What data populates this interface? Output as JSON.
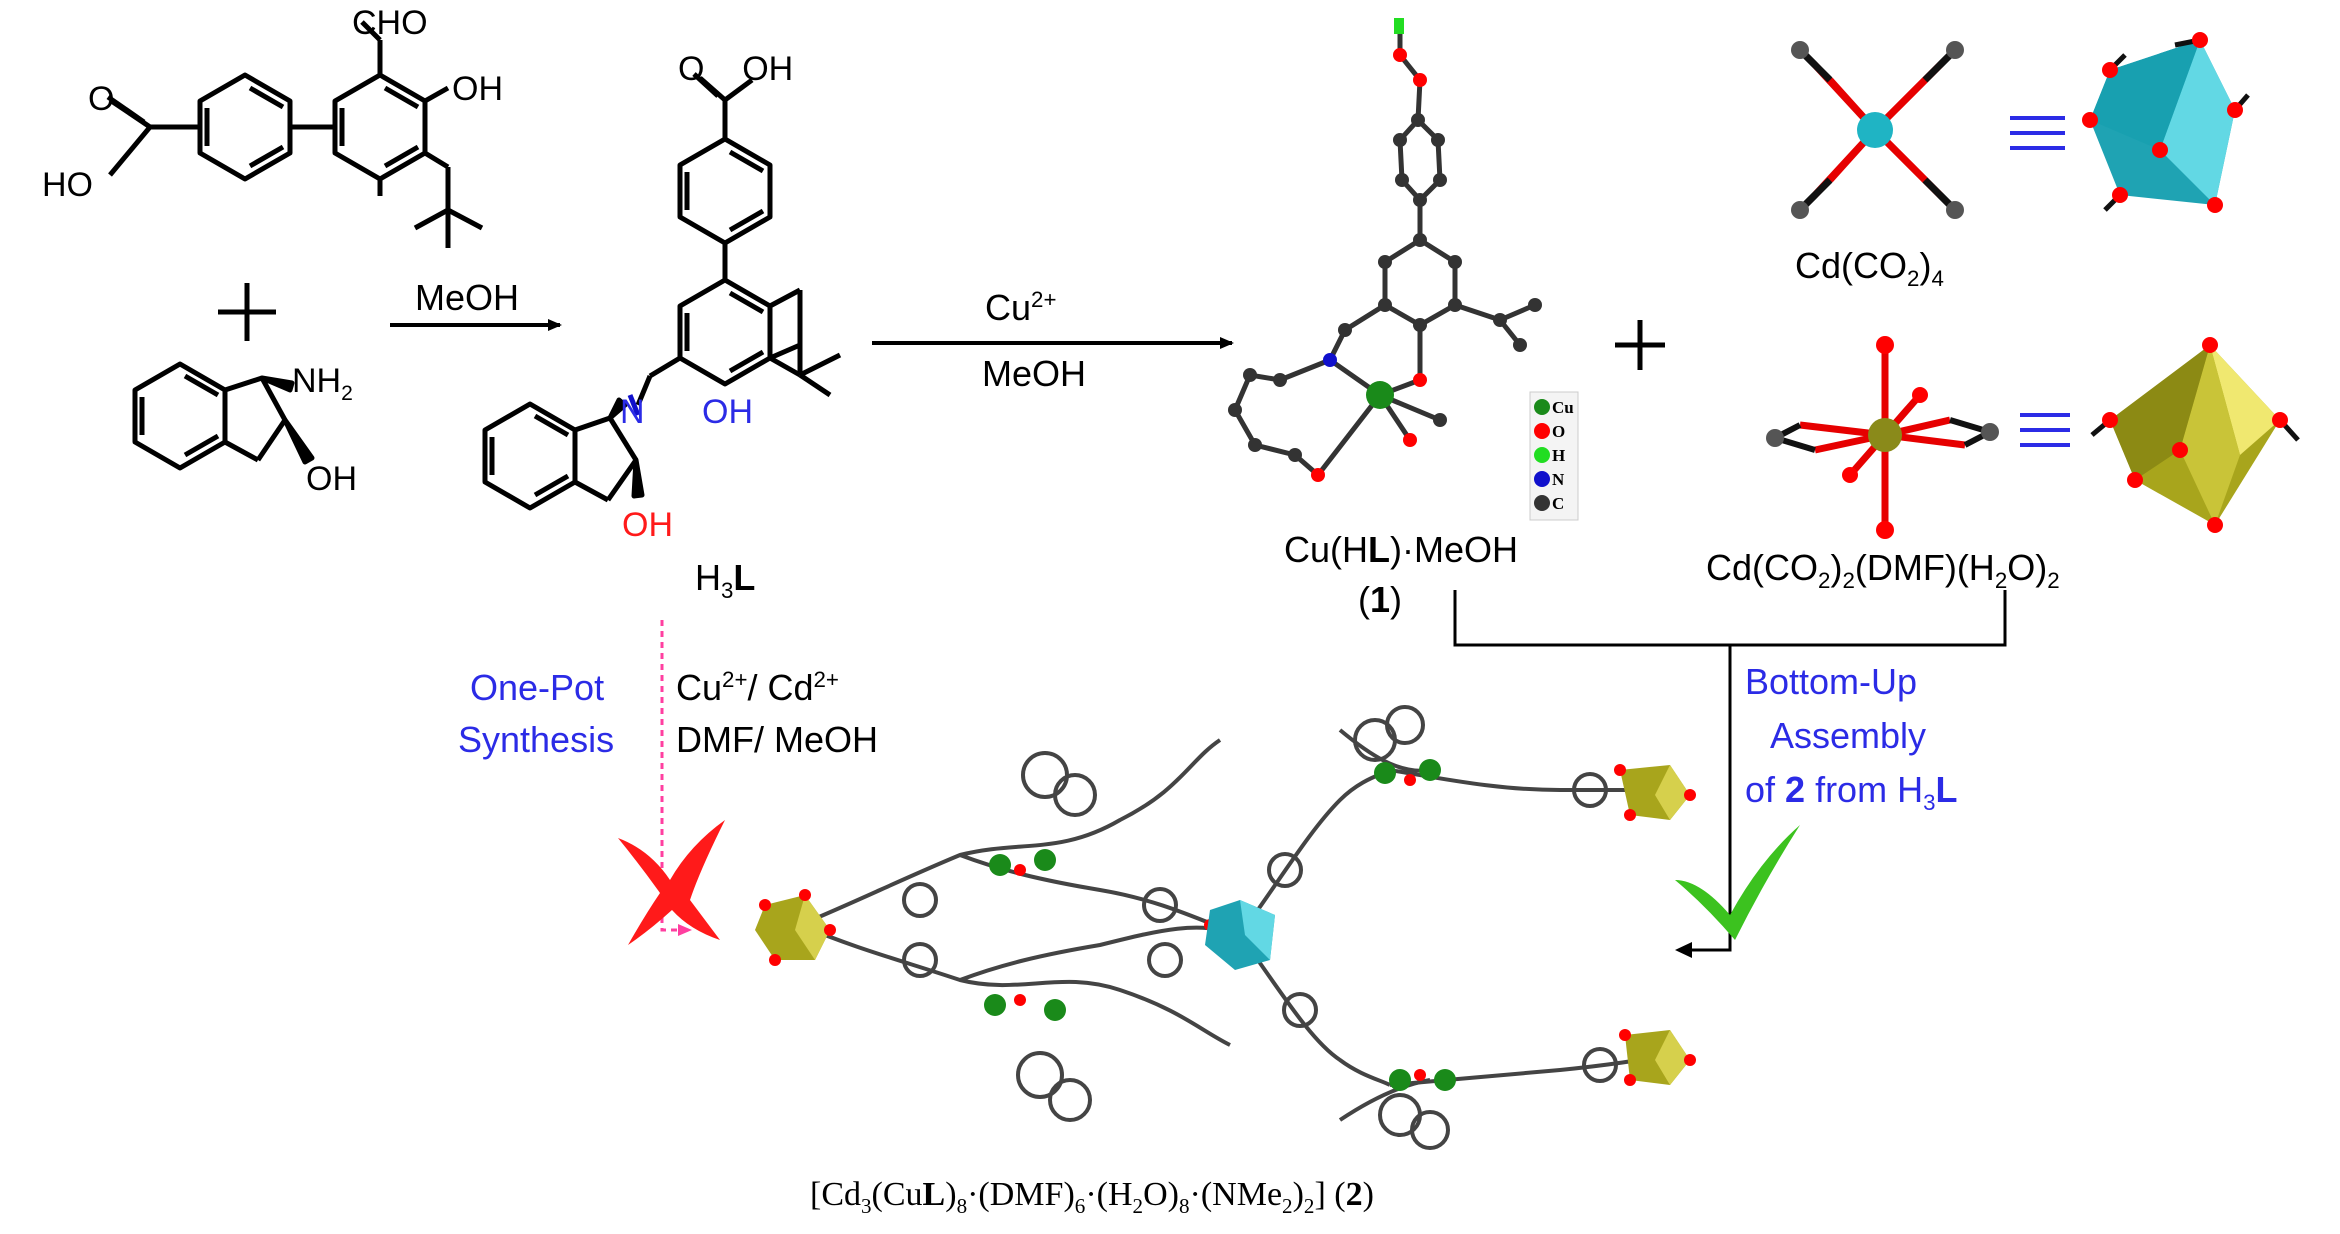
{
  "reactants": {
    "aldehyde": {
      "cho": "CHO",
      "oh": "OH",
      "ho": "HO",
      "o": "O"
    },
    "amine": {
      "nh2": "NH",
      "nh2_sub": "2",
      "oh": "OH"
    }
  },
  "step1": {
    "reagent": "MeOH"
  },
  "ligand": {
    "cooh": "O    OH",
    "n": "N",
    "oh_phenol": "OH",
    "oh_alc": "OH",
    "name_main": "H",
    "name_sub": "3",
    "name_bold": "L"
  },
  "step2": {
    "reagent_ion": "Cu",
    "reagent_charge": "2+",
    "solvent": "MeOH"
  },
  "complex1": {
    "name_a": "Cu(H",
    "name_b": "L",
    "name_c": ")·MeOH",
    "number_open": "(",
    "number": "1",
    "number_close": ")",
    "legend": [
      "Cu",
      "O",
      "H",
      "N",
      "C"
    ]
  },
  "node_a": {
    "label": "Cd(CO",
    "sub1": "2",
    "tail": ")",
    "sub2": "4"
  },
  "node_b": {
    "label": "Cd(CO",
    "sub1": "2",
    "mid1": ")",
    "sub2": "2",
    "mid2": "(DMF)(H",
    "sub3": "2",
    "tail": "O)",
    "sub4": "2"
  },
  "one_pot": {
    "line1": "One-Pot",
    "line2": "Synthesis",
    "cond1_a": "Cu",
    "cond1_b": "2+",
    "cond1_c": "/ Cd",
    "cond1_d": "2+",
    "cond2": "DMF/ MeOH"
  },
  "bottom_up": {
    "line1": "Bottom-Up",
    "line2": "Assembly",
    "line3_a": "of ",
    "line3_b": "2",
    "line3_c": " from H",
    "line3_d": "3",
    "line3_e": "L"
  },
  "product": {
    "f1": "[Cd",
    "s1": "3",
    "f2": "(Cu",
    "f3": "L",
    "f4": ")",
    "s2": "8",
    "f5": "·(DMF)",
    "s3": "6",
    "f6": "·(H",
    "s4": "2",
    "f7": "O)",
    "s5": "8",
    "f8": "·(NMe",
    "s6": "2",
    "f9": ")",
    "s7": "2",
    "f10": "] (",
    "f11": "2",
    "f12": ")"
  },
  "colors": {
    "cu": "#1a8a1a",
    "o": "#ff0000",
    "h": "#22dd22",
    "n": "#1010cc",
    "c": "#404040",
    "cd_teal": "#1fb4c4",
    "cd_olive": "#8a8a1a",
    "blue_text": "#2b2be6",
    "magenta_arrow": "#ff3fa0",
    "check_green": "#3cc21f"
  }
}
